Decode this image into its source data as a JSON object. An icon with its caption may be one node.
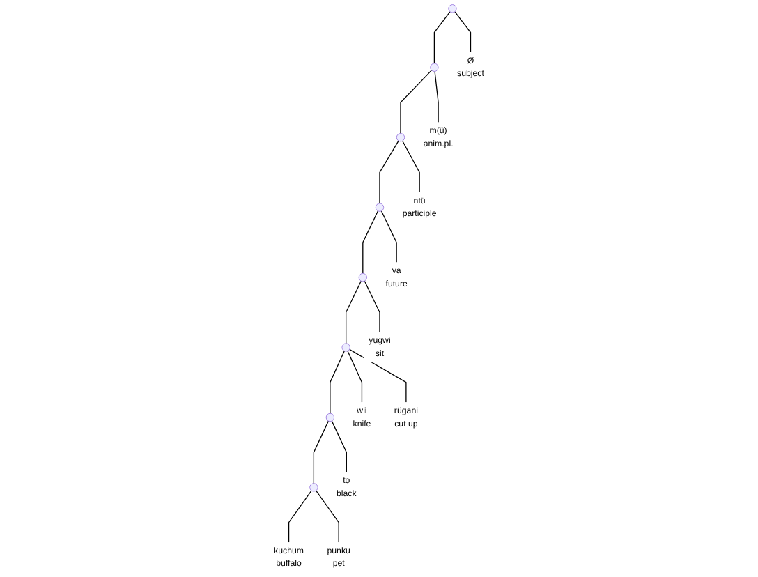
{
  "diagram": {
    "nodes": [
      {
        "text": [],
        "shape": "point"
      },
      {
        "text": [],
        "shape": "point"
      },
      {
        "text": [
          "Ø",
          "subject"
        ]
      },
      {
        "text": [],
        "shape": "point"
      },
      {
        "text": [
          "m(ü)",
          "anim.pl."
        ]
      },
      {
        "text": [],
        "shape": "point"
      },
      {
        "text": [
          "ntü",
          "participle"
        ]
      },
      {
        "text": [],
        "shape": "point"
      },
      {
        "text": [
          "va",
          "future"
        ]
      },
      {
        "text": [],
        "shape": "point"
      },
      {
        "text": [
          "yugwi",
          "sit"
        ]
      },
      {
        "text": [],
        "shape": "point"
      },
      {
        "text": [
          "wii",
          "knife"
        ]
      },
      {
        "text": [
          "rügani",
          "cut up"
        ]
      },
      {
        "text": [],
        "shape": "point"
      },
      {
        "text": [
          "to",
          "black"
        ]
      },
      {
        "text": [
          "kuchum",
          "buffalo"
        ]
      },
      {
        "text": [
          "punku",
          "pet"
        ]
      }
    ],
    "edges": [
      {
        "from": 0,
        "to": 1,
        "arrow": "none"
      },
      {
        "from": 0,
        "to": 2,
        "arrow": "none"
      },
      {
        "from": 1,
        "to": 3,
        "arrow": "none"
      },
      {
        "from": 1,
        "to": 4,
        "arrow": "none"
      },
      {
        "from": 3,
        "to": 5,
        "arrow": "none"
      },
      {
        "from": 3,
        "to": 6,
        "arrow": "none"
      },
      {
        "from": 5,
        "to": 7,
        "arrow": "none"
      },
      {
        "from": 5,
        "to": 8,
        "arrow": "none"
      },
      {
        "from": 7,
        "to": 9,
        "arrow": "none"
      },
      {
        "from": 7,
        "to": 10,
        "arrow": "none"
      },
      {
        "from": 9,
        "to": 12,
        "arrow": "none"
      },
      {
        "from": 9,
        "to": 11,
        "arrow": "none"
      },
      {
        "from": 9,
        "to": 13,
        "arrow": "none"
      },
      {
        "from": 11,
        "to": 15,
        "arrow": "none"
      },
      {
        "from": 11,
        "to": 14,
        "arrow": "none"
      },
      {
        "from": 14,
        "to": 16,
        "arrow": "none"
      },
      {
        "from": 14,
        "to": 17,
        "arrow": "none"
      }
    ]
  }
}
